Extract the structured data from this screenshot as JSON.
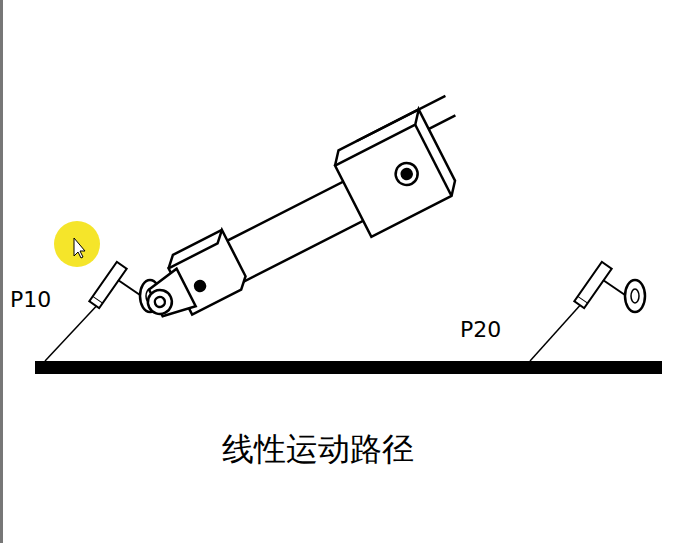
{
  "diagram": {
    "caption": "线性运动路径",
    "labels": [
      "P10",
      "P20"
    ]
  }
}
